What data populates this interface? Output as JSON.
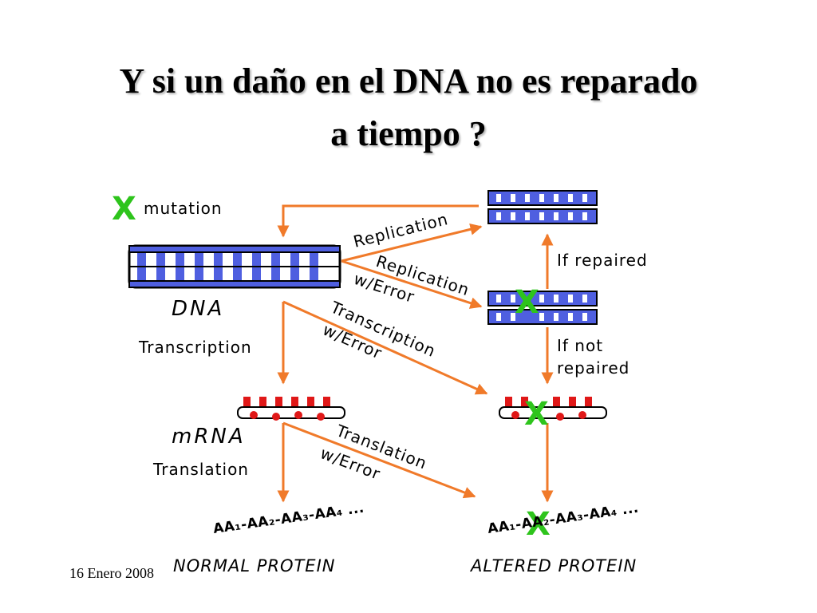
{
  "title": {
    "line1": "Y si un daño en el DNA no es reparado",
    "line2": "a tiempo ?"
  },
  "footer": {
    "date": "16 Enero 2008"
  },
  "colors": {
    "arrow": "#f07a2a",
    "dna_blue": "#4f5fe0",
    "mrna_red": "#e01818",
    "mark_green": "#2ec41c"
  },
  "diagram": {
    "mutation_mark": "X",
    "mutation": "mutation",
    "dna": "DNA",
    "replication": "Replication",
    "replication_error": "Replication",
    "replication_error_suffix": "w/Error",
    "transcription": "Transcription",
    "transcription_error": "Transcription",
    "transcription_error_suffix": "w/Error",
    "if_repaired": "If repaired",
    "if_not": "If not",
    "repaired": "repaired",
    "mrna": "mRNA",
    "translation": "Translation",
    "translation_error": "Translation",
    "translation_error_suffix": "w/Error",
    "normal_chain": "AA₁-AA₂-AA₃-AA₄ ...",
    "altered_chain": "AA₁-AA₂-AA₃-AA₄ ...",
    "normal_protein": "NORMAL PROTEIN",
    "altered_protein": "ALTERED PROTEIN"
  }
}
